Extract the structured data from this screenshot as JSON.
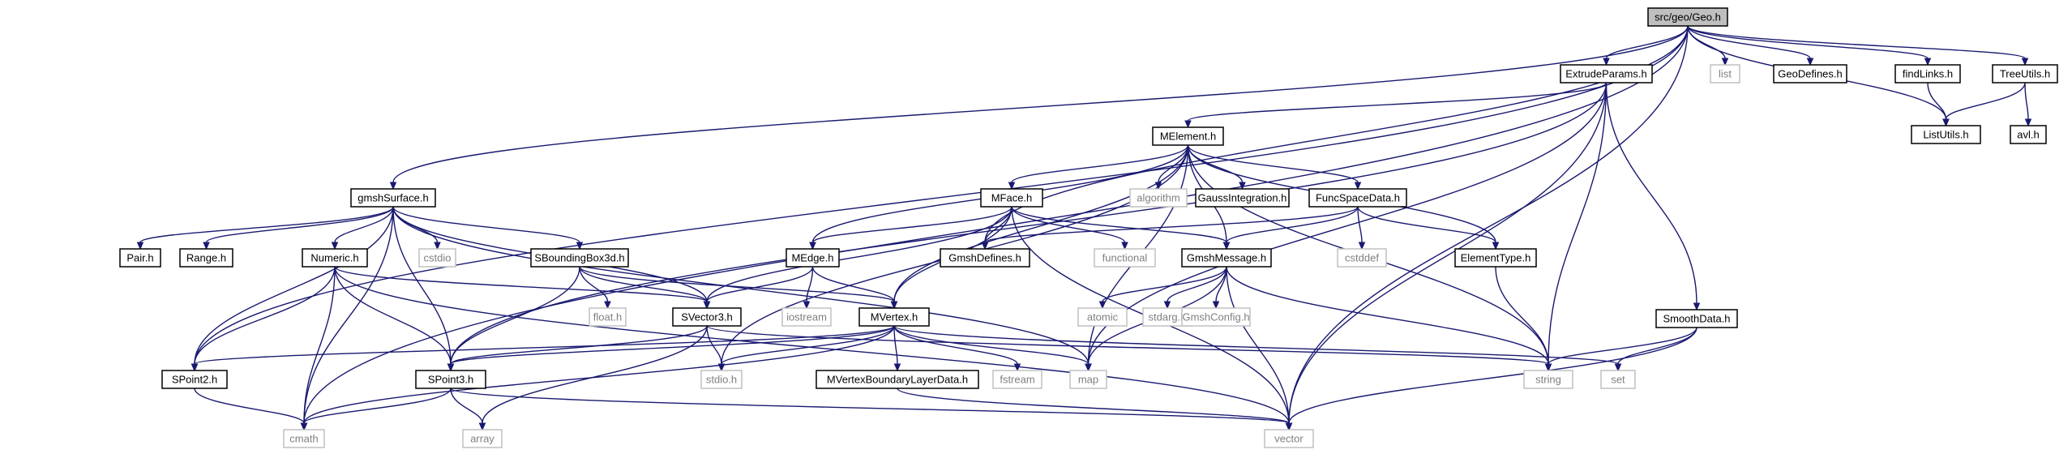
{
  "graph": {
    "nodes": [
      {
        "id": "geo_h",
        "label": "src/geo/Geo.h",
        "kind": "root"
      },
      {
        "id": "extrude",
        "label": "ExtrudeParams.h",
        "kind": "project"
      },
      {
        "id": "list",
        "label": "list",
        "kind": "system"
      },
      {
        "id": "geodefines",
        "label": "GeoDefines.h",
        "kind": "project"
      },
      {
        "id": "findlinks",
        "label": "findLinks.h",
        "kind": "project"
      },
      {
        "id": "treeutils",
        "label": "TreeUtils.h",
        "kind": "project"
      },
      {
        "id": "listutils",
        "label": "ListUtils.h",
        "kind": "project"
      },
      {
        "id": "avl",
        "label": "avl.h",
        "kind": "project"
      },
      {
        "id": "melement",
        "label": "MElement.h",
        "kind": "project"
      },
      {
        "id": "gmshsurface",
        "label": "gmshSurface.h",
        "kind": "project"
      },
      {
        "id": "mface",
        "label": "MFace.h",
        "kind": "project"
      },
      {
        "id": "algorithm",
        "label": "algorithm",
        "kind": "system"
      },
      {
        "id": "gauss",
        "label": "GaussIntegration.h",
        "kind": "project"
      },
      {
        "id": "funcspace",
        "label": "FuncSpaceData.h",
        "kind": "project"
      },
      {
        "id": "pair",
        "label": "Pair.h",
        "kind": "project"
      },
      {
        "id": "range",
        "label": "Range.h",
        "kind": "project"
      },
      {
        "id": "numeric",
        "label": "Numeric.h",
        "kind": "project"
      },
      {
        "id": "cstdio",
        "label": "cstdio",
        "kind": "system"
      },
      {
        "id": "sbbox",
        "label": "SBoundingBox3d.h",
        "kind": "project"
      },
      {
        "id": "gmshdefines",
        "label": "GmshDefines.h",
        "kind": "project"
      },
      {
        "id": "functional",
        "label": "functional",
        "kind": "system"
      },
      {
        "id": "gmshmessage",
        "label": "GmshMessage.h",
        "kind": "project"
      },
      {
        "id": "cstddef",
        "label": "cstddef",
        "kind": "system"
      },
      {
        "id": "elementtype",
        "label": "ElementType.h",
        "kind": "project"
      },
      {
        "id": "medge",
        "label": "MEdge.h",
        "kind": "project"
      },
      {
        "id": "float",
        "label": "float.h",
        "kind": "system"
      },
      {
        "id": "svector",
        "label": "SVector3.h",
        "kind": "project"
      },
      {
        "id": "iostream",
        "label": "iostream",
        "kind": "system"
      },
      {
        "id": "mvertex",
        "label": "MVertex.h",
        "kind": "project"
      },
      {
        "id": "atomic",
        "label": "atomic",
        "kind": "system"
      },
      {
        "id": "stdarg",
        "label": "stdarg.h",
        "kind": "system"
      },
      {
        "id": "gmshconfig",
        "label": "GmshConfig.h",
        "kind": "system"
      },
      {
        "id": "smoothdata",
        "label": "SmoothData.h",
        "kind": "project"
      },
      {
        "id": "spoint2",
        "label": "SPoint2.h",
        "kind": "project"
      },
      {
        "id": "spoint3",
        "label": "SPoint3.h",
        "kind": "project"
      },
      {
        "id": "stdio",
        "label": "stdio.h",
        "kind": "system"
      },
      {
        "id": "mvbld",
        "label": "MVertexBoundaryLayerData.h",
        "kind": "project"
      },
      {
        "id": "fstream",
        "label": "fstream",
        "kind": "system"
      },
      {
        "id": "map",
        "label": "map",
        "kind": "system"
      },
      {
        "id": "string",
        "label": "string",
        "kind": "system"
      },
      {
        "id": "set",
        "label": "set",
        "kind": "system"
      },
      {
        "id": "cmath",
        "label": "cmath",
        "kind": "system"
      },
      {
        "id": "array",
        "label": "array",
        "kind": "system"
      },
      {
        "id": "vector",
        "label": "vector",
        "kind": "system"
      }
    ],
    "edges": [
      [
        "geo_h",
        "extrude"
      ],
      [
        "geo_h",
        "list"
      ],
      [
        "geo_h",
        "geodefines"
      ],
      [
        "geo_h",
        "findlinks"
      ],
      [
        "geo_h",
        "treeutils"
      ],
      [
        "geo_h",
        "listutils"
      ],
      [
        "geo_h",
        "vector"
      ],
      [
        "geo_h",
        "gmshsurface"
      ],
      [
        "geo_h",
        "spoint2"
      ],
      [
        "geo_h",
        "cmath"
      ],
      [
        "geo_h",
        "gmshdefines"
      ],
      [
        "findlinks",
        "listutils"
      ],
      [
        "treeutils",
        "listutils"
      ],
      [
        "treeutils",
        "avl"
      ],
      [
        "extrude",
        "melement"
      ],
      [
        "extrude",
        "smoothdata"
      ],
      [
        "extrude",
        "string"
      ],
      [
        "extrude",
        "map"
      ],
      [
        "extrude",
        "vector"
      ],
      [
        "extrude",
        "spoint3"
      ],
      [
        "smoothdata",
        "string"
      ],
      [
        "smoothdata",
        "set"
      ],
      [
        "smoothdata",
        "vector"
      ],
      [
        "melement",
        "mface"
      ],
      [
        "melement",
        "algorithm"
      ],
      [
        "melement",
        "gauss"
      ],
      [
        "melement",
        "funcspace"
      ],
      [
        "melement",
        "elementtype"
      ],
      [
        "melement",
        "gmshmessage"
      ],
      [
        "melement",
        "medge"
      ],
      [
        "melement",
        "mvertex"
      ],
      [
        "melement",
        "string"
      ],
      [
        "melement",
        "stdio"
      ],
      [
        "melement",
        "map"
      ],
      [
        "mface",
        "gmshdefines"
      ],
      [
        "mface",
        "functional"
      ],
      [
        "mface",
        "gmshmessage"
      ],
      [
        "mface",
        "medge"
      ],
      [
        "mface",
        "svector"
      ],
      [
        "mface",
        "mvertex"
      ],
      [
        "mface",
        "vector"
      ],
      [
        "funcspace",
        "gmshdefines"
      ],
      [
        "funcspace",
        "gmshmessage"
      ],
      [
        "funcspace",
        "cstddef"
      ],
      [
        "funcspace",
        "elementtype"
      ],
      [
        "elementtype",
        "string"
      ],
      [
        "gmshmessage",
        "atomic"
      ],
      [
        "gmshmessage",
        "stdarg"
      ],
      [
        "gmshmessage",
        "gmshconfig"
      ],
      [
        "gmshmessage",
        "map"
      ],
      [
        "gmshmessage",
        "string"
      ],
      [
        "gmshmessage",
        "vector"
      ],
      [
        "medge",
        "iostream"
      ],
      [
        "medge",
        "mvertex"
      ],
      [
        "medge",
        "svector"
      ],
      [
        "mvertex",
        "spoint2"
      ],
      [
        "mvertex",
        "spoint3"
      ],
      [
        "mvertex",
        "stdio"
      ],
      [
        "mvertex",
        "mvbld"
      ],
      [
        "mvertex",
        "fstream"
      ],
      [
        "mvertex",
        "map"
      ],
      [
        "mvertex",
        "set"
      ],
      [
        "mvertex",
        "cmath"
      ],
      [
        "mvbld",
        "vector"
      ],
      [
        "gmshsurface",
        "pair"
      ],
      [
        "gmshsurface",
        "range"
      ],
      [
        "gmshsurface",
        "numeric"
      ],
      [
        "gmshsurface",
        "cstdio"
      ],
      [
        "gmshsurface",
        "sbbox"
      ],
      [
        "gmshsurface",
        "svector"
      ],
      [
        "gmshsurface",
        "spoint2"
      ],
      [
        "gmshsurface",
        "spoint3"
      ],
      [
        "gmshsurface",
        "cmath"
      ],
      [
        "gmshsurface",
        "map"
      ],
      [
        "numeric",
        "svector"
      ],
      [
        "numeric",
        "spoint2"
      ],
      [
        "numeric",
        "spoint3"
      ],
      [
        "numeric",
        "cmath"
      ],
      [
        "numeric",
        "vector"
      ],
      [
        "sbbox",
        "float"
      ],
      [
        "sbbox",
        "svector"
      ],
      [
        "sbbox",
        "spoint3"
      ],
      [
        "sbbox",
        "mvertex"
      ],
      [
        "svector",
        "spoint3"
      ],
      [
        "svector",
        "stdio"
      ],
      [
        "svector",
        "string"
      ],
      [
        "svector",
        "array"
      ],
      [
        "spoint2",
        "cmath"
      ],
      [
        "spoint3",
        "cmath"
      ],
      [
        "spoint3",
        "array"
      ],
      [
        "spoint3",
        "vector"
      ]
    ]
  }
}
